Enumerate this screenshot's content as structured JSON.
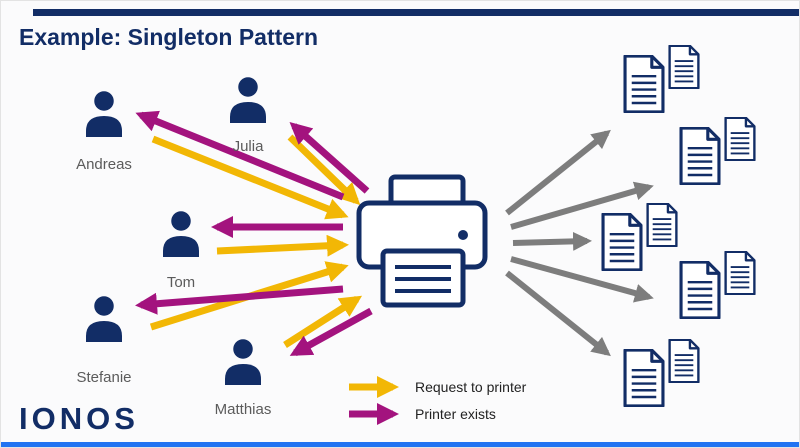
{
  "title": "Example: Singleton Pattern",
  "people": [
    {
      "name": "Andreas"
    },
    {
      "name": "Julia"
    },
    {
      "name": "Tom"
    },
    {
      "name": "Stefanie"
    },
    {
      "name": "Matthias"
    }
  ],
  "legend": [
    {
      "label": "Request to printer",
      "color_key": "yellow"
    },
    {
      "label": "Printer exists",
      "color_key": "purple"
    }
  ],
  "logo_text": "IONOS",
  "colors": {
    "navy": "#122D66",
    "yellow": "#F2B705",
    "purple": "#A3137E",
    "gray": "#7D7D7D",
    "blue": "#2173F2"
  }
}
